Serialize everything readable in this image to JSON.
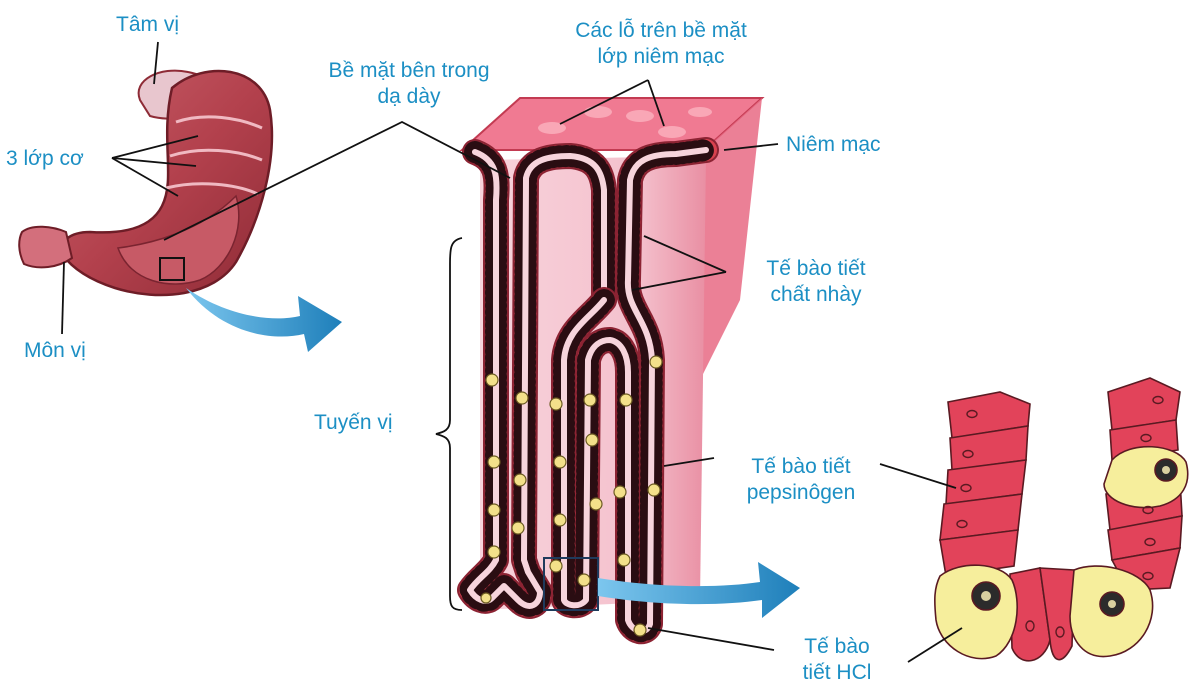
{
  "labels": {
    "tam_vi": "Tâm vị",
    "mon_vi": "Môn vị",
    "ba_lop_co": "3 lớp cơ",
    "be_mat_line1": "Bề mặt bên trong",
    "be_mat_line2": "dạ dày",
    "cac_lo_line1": "Các lỗ trên bề mặt",
    "cac_lo_line2": "lớp niêm mạc",
    "niem_mac": "Niêm mạc",
    "te_bao_nhay_line1": "Tế bào tiết",
    "te_bao_nhay_line2": "chất nhày",
    "tuyen_vi": "Tuyến vị",
    "te_bao_pepsin_line1": "Tế bào tiết",
    "te_bao_pepsin_line2": "pepsinôgen",
    "te_bao_hcl_line1": "Tế bào",
    "te_bao_hcl_line2": "tiết HCl"
  },
  "colors": {
    "label_text": "#1c8fc4",
    "tissue_red": "#d9424f",
    "tissue_pink": "#f2a3b4",
    "parietal_yellow": "#f6ee9c",
    "arrow_blue": "#2a8fc8",
    "leader_line": "#111111"
  }
}
